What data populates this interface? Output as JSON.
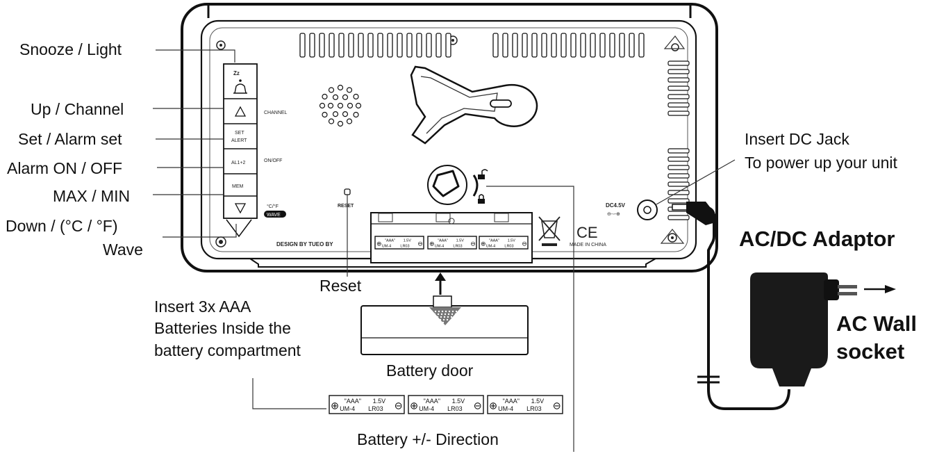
{
  "labels": {
    "snooze_light": "Snooze / Light",
    "up_channel": "Up / Channel",
    "set_alarm": "Set / Alarm set",
    "alarm_on_off": "Alarm ON / OFF",
    "max_min": "MAX / MIN",
    "down_unit": "Down / (°C / °F)",
    "wave": "Wave",
    "reset": "Reset",
    "battery_insert_1": "Insert 3x AAA",
    "battery_insert_2": "Batteries Inside the",
    "battery_insert_3": "battery compartment",
    "battery_door": "Battery door",
    "battery_direction": "Battery +/- Direction",
    "dc_jack_1": "Insert DC Jack",
    "dc_jack_2": "To power up your unit",
    "adaptor": "AC/DC Adaptor",
    "wall_1": "AC Wall",
    "wall_2": "socket"
  },
  "device": {
    "btn_snooze": "Zz",
    "btn_set_1": "SET",
    "btn_set_2": "ALERT",
    "btn_alarm": "AL1+2",
    "btn_mem": "MEM",
    "side_channel": "CHANNEL",
    "side_onoff": "ON/OFF",
    "side_unit": "°C/°F",
    "side_wave": "WAVE",
    "reset_small": "RESET",
    "design_by": "DESIGN BY TUEO BY",
    "made_in": "MADE IN CHINA",
    "dc_rating": "DC4.5V",
    "ce_mark": "CE"
  },
  "battery": {
    "type": "\"AAA\"",
    "voltage": "1.5V",
    "model": "UM-4",
    "code": "LR03"
  }
}
